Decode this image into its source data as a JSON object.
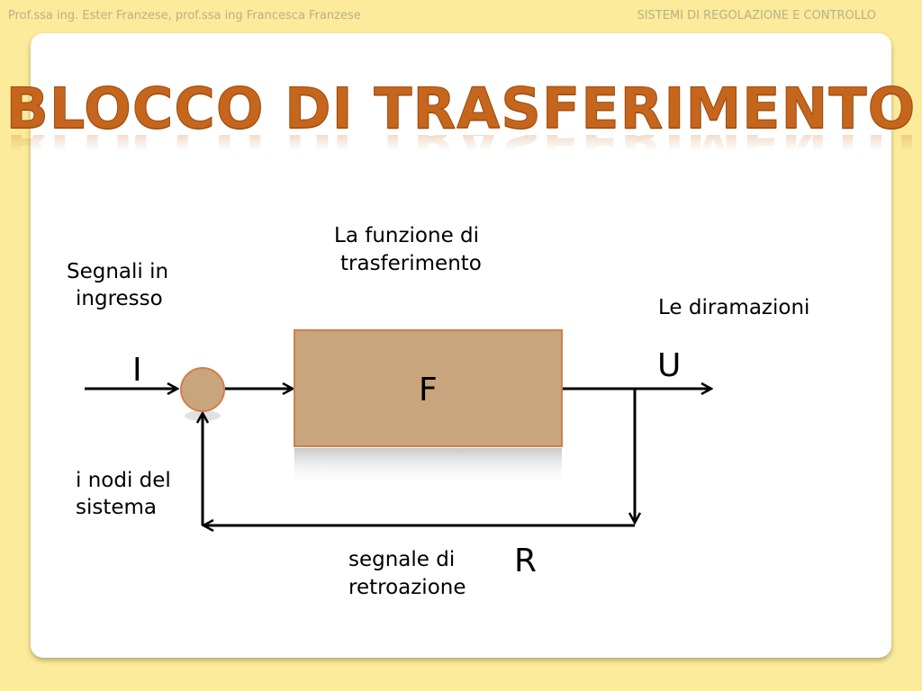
{
  "header": {
    "authors": "Prof.ssa ing. Ester Franzese, prof.ssa ing Francesca Franzese",
    "course": "SISTEMI DI REGOLAZIONE E CONTROLLO"
  },
  "slide": {
    "title": "BLOCCO DI TRASFERIMENTO"
  },
  "diagram": {
    "label_transfer_function_line1": "La funzione di",
    "label_transfer_function_line2": "trasferimento",
    "label_input_signals_line1": "Segnali in",
    "label_input_signals_line2": "ingresso",
    "label_branches": "Le diramazioni",
    "label_nodes_line1": "i nodi del",
    "label_nodes_line2": "sistema",
    "label_feedback_line1": "segnale di",
    "label_feedback_line2": "retroazione",
    "symbol_input": "I",
    "symbol_output": "U",
    "symbol_feedback": "R",
    "block_label": "F"
  },
  "colors": {
    "background": "#fbeb9a",
    "title": "#c5661c",
    "block_fill": "#c9a57d",
    "block_border": "#d07f49",
    "node_fill": "#c9a57d"
  }
}
